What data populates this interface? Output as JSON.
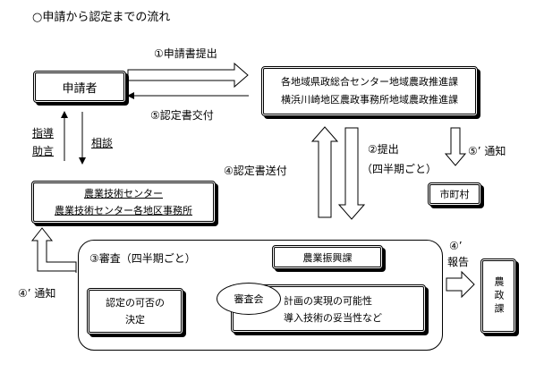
{
  "title": "○申請から認定までの流れ",
  "nodes": {
    "applicant": "申請者",
    "regional_center_1": "各地域県政総合センター地域農政推進課",
    "regional_center_2": "横浜川崎地区農政事務所地域農政推進課",
    "city": "市町村",
    "agri_tech_1": "農業技術センター",
    "agri_tech_2": "農業技術センター各地区事務所",
    "promotion_division": "農業振興課",
    "agri_division": "農政課",
    "decision_1": "認定の可否の",
    "decision_2": "決定",
    "review_board": "審査会",
    "criteria_1": "計画の実現の可能性",
    "criteria_2": "導入技術の妥当性など"
  },
  "steps": {
    "s1": "①申請書提出",
    "s5": "⑤認定書交付",
    "s2": "②提出",
    "s2_sub": "（四半期ごと）",
    "s5p": "⑤’ 通知",
    "s4": "④認定書送付",
    "s3": "③審査（四半期ごと）",
    "s4p_notify": "④’ 通知",
    "s4p_mark": "④’",
    "s4p_report": "報告",
    "guide_1": "指導",
    "guide_2": "助言",
    "consult": "相談"
  }
}
